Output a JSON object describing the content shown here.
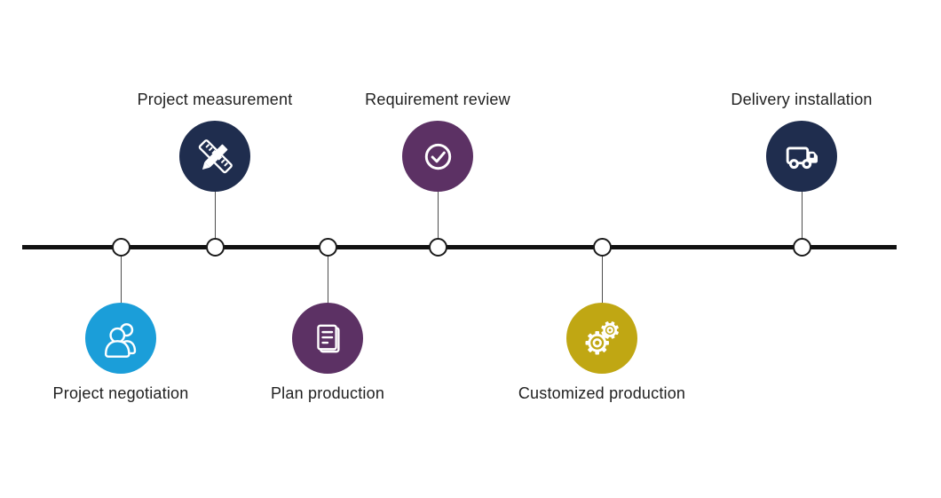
{
  "diagram": {
    "type": "process-timeline",
    "background": "#ffffff",
    "timeline_color": "#111111",
    "connector_color": "#4d4d4d",
    "node_fill": "#ffffff",
    "node_border": "#1a1a1a",
    "label_color": "#212121"
  },
  "milestones": [
    {
      "label": "Project negotiation",
      "position": "below",
      "icon": "users-icon",
      "color": "#1b9ed9"
    },
    {
      "label": "Project measurement",
      "position": "above",
      "icon": "ruler-pencil-icon",
      "color": "#1f2d4e"
    },
    {
      "label": "Plan production",
      "position": "below",
      "icon": "document-icon",
      "color": "#5c3164"
    },
    {
      "label": "Requirement review",
      "position": "above",
      "icon": "check-circle-icon",
      "color": "#5c3164"
    },
    {
      "label": "Customized production",
      "position": "below",
      "icon": "gears-icon",
      "color": "#c0a713"
    },
    {
      "label": "Delivery installation",
      "position": "above",
      "icon": "truck-icon",
      "color": "#1f2d4e"
    }
  ]
}
